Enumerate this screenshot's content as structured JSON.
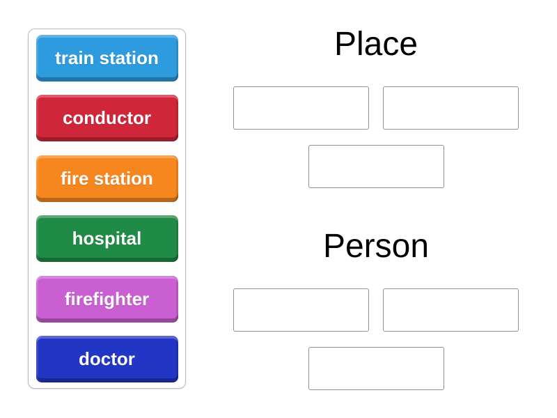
{
  "activity": {
    "type": "group-sort"
  },
  "tiles": [
    {
      "label": "train station",
      "color": "#2E9BDF"
    },
    {
      "label": "conductor",
      "color": "#D0263A"
    },
    {
      "label": "fire station",
      "color": "#F6871F"
    },
    {
      "label": "hospital",
      "color": "#208B46"
    },
    {
      "label": "firefighter",
      "color": "#C95FD1"
    },
    {
      "label": "doctor",
      "color": "#2335C5"
    }
  ],
  "categories": [
    {
      "label": "Place",
      "empty_slots": 3
    },
    {
      "label": "Person",
      "empty_slots": 3
    }
  ],
  "colors": {
    "background": "#ffffff",
    "tray_border": "#b9b9b9",
    "slot_border": "#8f8f8f",
    "heading_text": "#000000",
    "tile_text": "#ffffff"
  }
}
